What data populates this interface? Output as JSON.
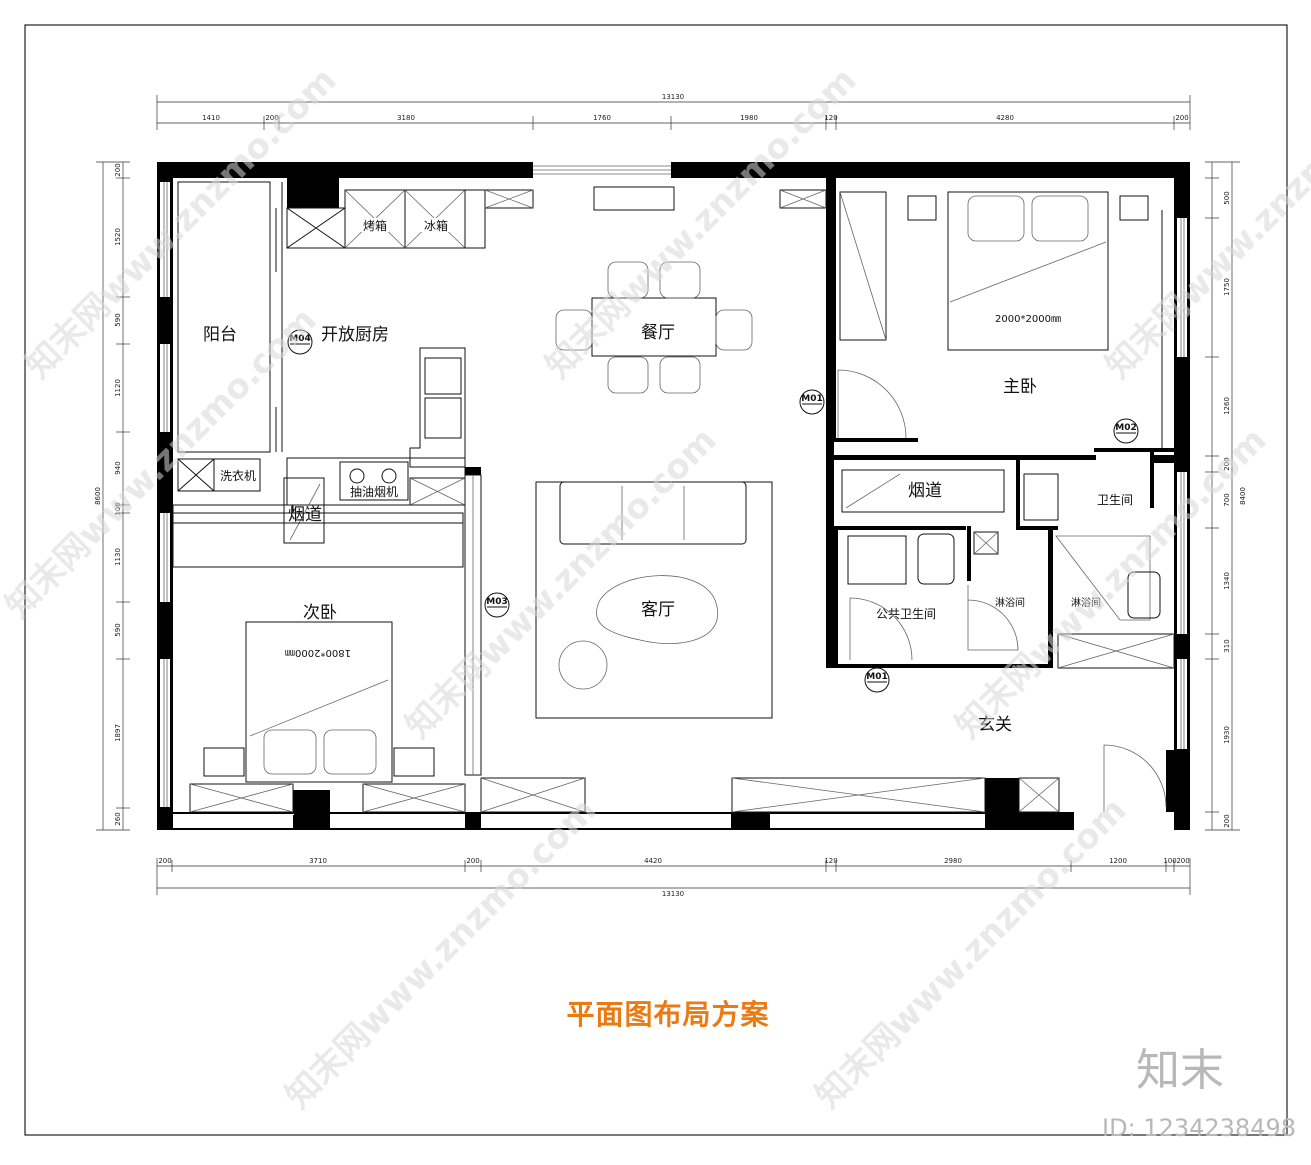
{
  "rooms": {
    "balcony": "阳台",
    "open_kitchen": "开放厨房",
    "dining": "餐厅",
    "master_bedroom": "主卧",
    "living": "客厅",
    "second_bedroom": "次卧",
    "entrance": "玄关",
    "public_bathroom": "公共卫生间",
    "bathroom": "卫生间",
    "flue_1": "烟道",
    "flue_2": "烟道",
    "shower_1": "淋浴间",
    "shower_2": "淋浴间"
  },
  "fixtures": {
    "oven": "烤箱",
    "fridge": "冰箱",
    "washer": "洗衣机",
    "hood": "抽油烟机",
    "bed_master": "2000*2000㎜",
    "bed_second": "1800*2000㎜"
  },
  "doors": [
    "M04",
    "M01",
    "M02",
    "M03",
    "M01"
  ],
  "dims": {
    "top_total": "13130",
    "top": [
      "1410",
      "200",
      "3180",
      "1760",
      "1980",
      "120",
      "4280",
      "200"
    ],
    "bottom": [
      "200",
      "3710",
      "200",
      "4420",
      "120",
      "2980",
      "1200",
      "100",
      "200"
    ],
    "bottom_total": "13130",
    "left": [
      "200",
      "1520",
      "590",
      "1120",
      "940",
      "100",
      "1130",
      "590",
      "1897",
      "260"
    ],
    "left_total": "8600",
    "right": [
      "500",
      "1750",
      "1260",
      "200",
      "700",
      "1340",
      "310",
      "1930",
      "200"
    ],
    "right_total": "8400"
  },
  "title": "平面图布局方案",
  "brand": "知末",
  "image_id": "ID: 1234238498",
  "watermark": "知末网www.znzmo.com"
}
